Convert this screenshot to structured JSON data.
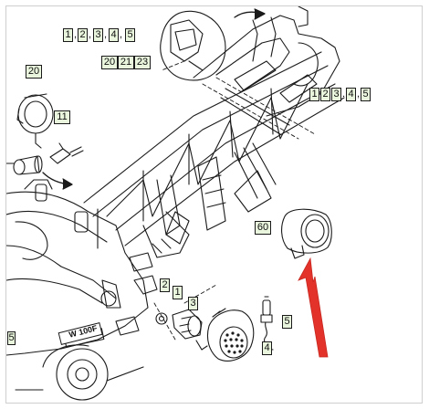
{
  "callouts": {
    "top_row": [
      "1",
      "2",
      "3",
      "4",
      "5"
    ],
    "top_mid": [
      "20",
      "21",
      "23"
    ],
    "right_row": [
      "1",
      "2",
      "3",
      "4",
      "5"
    ],
    "horn": "20",
    "connector": "11",
    "lamp_head": "60",
    "part_2": "2",
    "part_1": "1",
    "part_3": "3",
    "part_4": "4",
    "part_5": "5",
    "left_edge": "5"
  },
  "machine_badge": "W 100F",
  "colors": {
    "callout_fill": "#e9f5dc",
    "arrow": "#e2322a",
    "line": "#1a1a1a"
  },
  "icons": [
    "horn-icon",
    "connector-icon",
    "worklamp-icon",
    "bulb-icon",
    "red-arrow-icon"
  ]
}
